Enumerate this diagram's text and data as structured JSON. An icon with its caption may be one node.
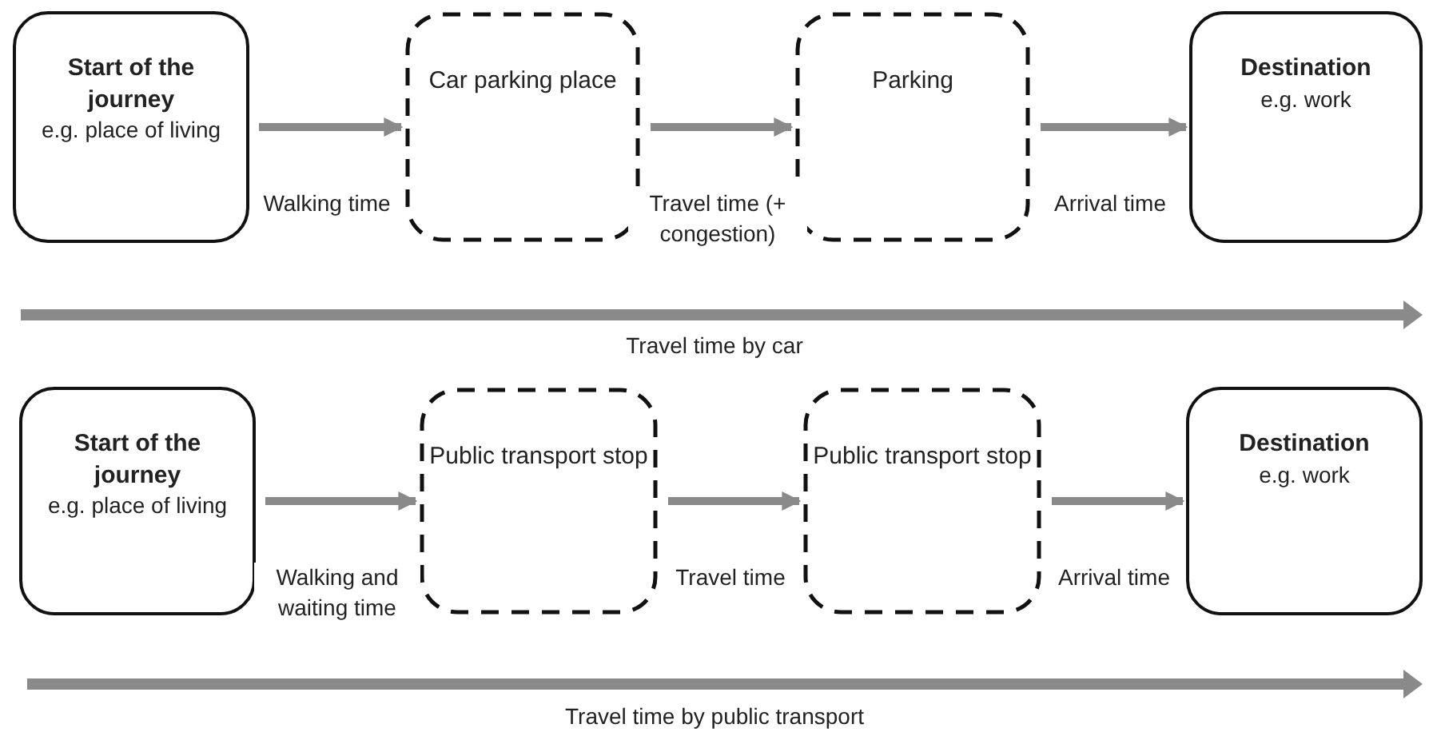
{
  "diagram": {
    "nodes": [
      {
        "text": [
          "Start of the journey",
          "e.g. place of living"
        ]
      },
      {
        "text": [
          "Car parking place"
        ]
      },
      {
        "text": [
          "Parking"
        ]
      },
      {
        "text": [
          "Destination",
          "e.g. work"
        ]
      },
      {
        "text": [
          "Start of the journey",
          "e.g. place of living"
        ]
      },
      {
        "text": [
          "Public transport stop"
        ]
      },
      {
        "text": [
          "Public transport stop"
        ]
      },
      {
        "text": [
          "Destination",
          "e.g. work"
        ]
      }
    ],
    "edges": [
      {
        "from": 0,
        "to": 1,
        "arrow": "to",
        "label": "Walking time"
      },
      {
        "from": 1,
        "to": 2,
        "arrow": "to",
        "label": "Travel time (+ congestion)"
      },
      {
        "from": 2,
        "to": 3,
        "arrow": "to",
        "label": "Arrival time"
      },
      {
        "from": 4,
        "to": 5,
        "arrow": "to",
        "label": "Walking and waiting time"
      },
      {
        "from": 5,
        "to": 6,
        "arrow": "to",
        "label": "Travel time"
      },
      {
        "from": 6,
        "to": 7,
        "arrow": "to",
        "label": "Arrival time"
      }
    ],
    "labels": [
      "Travel time by car",
      "Travel time by public transport"
    ]
  }
}
